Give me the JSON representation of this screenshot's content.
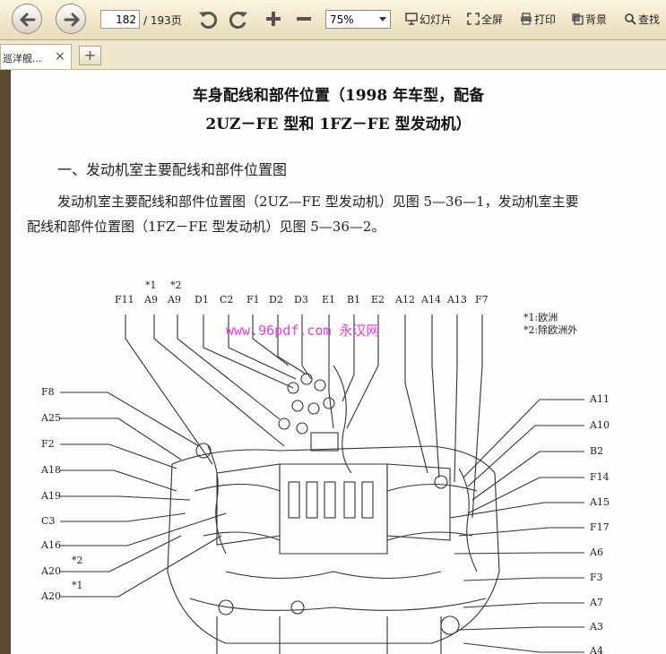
{
  "toolbar": {
    "current_page": "182",
    "total_pages": "/ 193页",
    "zoom": "75%",
    "slideshow": "幻灯片",
    "fullscreen": "全屏",
    "print": "打印",
    "background": "背景",
    "find": "查找"
  },
  "tabs": {
    "active_label": "巡洋舰...",
    "close_glyph": "×",
    "add_glyph": "+"
  },
  "document": {
    "title_line1": "车身配线和部件位置（1998 年车型，配备",
    "title_line2": "2UZ－FE 型和 1FZ－FE 型发动机）",
    "section_heading": "一、发动机室主要配线和部件位置图",
    "paragraph_line1": "发动机室主要配线和部件位置图（2UZ—FE 型发动机）见图 5—36—1，发动机室主要",
    "paragraph_line2": "配线和部件位置图（1FZ－FE 型发动机）见图 5—36—2。"
  },
  "diagram": {
    "star_top_1": "*1",
    "star_top_2": "*2",
    "top_labels": [
      "F11",
      "A9",
      "A9",
      "D1",
      "C2",
      "F1",
      "D2",
      "D3",
      "E1",
      "B1",
      "E2",
      "A12",
      "A14",
      "A13",
      "F7"
    ],
    "left_labels": [
      "F8",
      "A25",
      "F2",
      "A18",
      "A19",
      "C3",
      "A16",
      "A20",
      "A20"
    ],
    "left_star_2": "*2",
    "left_star_1": "*1",
    "right_labels": [
      "A11",
      "A10",
      "B2",
      "F14",
      "A15",
      "F17",
      "A6",
      "F3",
      "A7",
      "A3",
      "A4"
    ],
    "legend_1": "*1:欧洲",
    "legend_2": "*2:除欧洲外",
    "watermark": "www.96pdf.com 永汉网"
  }
}
